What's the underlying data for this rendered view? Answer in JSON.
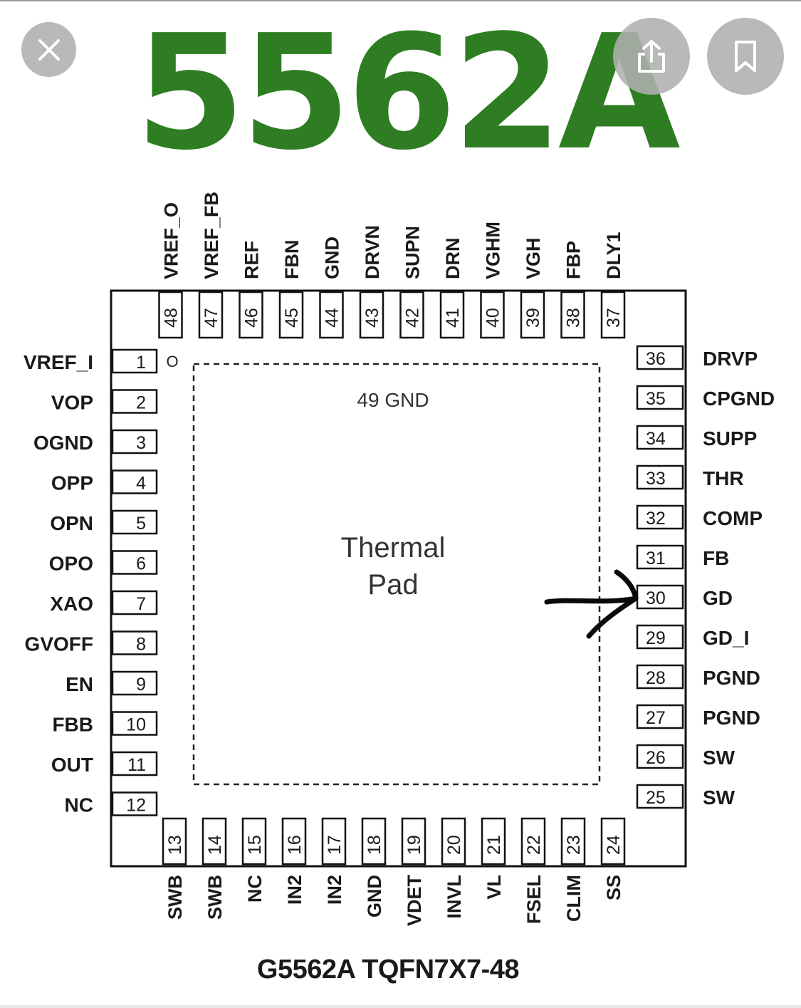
{
  "header": {
    "title": "5562A"
  },
  "controls": {
    "close_icon": "close-icon",
    "share_icon": "share-icon",
    "bookmark_icon": "bookmark-icon"
  },
  "colors": {
    "title_green": "#2e7d22",
    "overlay_button": "#afafaf",
    "ink": "#1a1a1a"
  },
  "diagram": {
    "caption": "G5562A TQFN7X7-48",
    "thermal_pad": {
      "line1": "Thermal",
      "line2": "Pad",
      "gnd_label": "49 GND"
    },
    "pin1_marker": "O",
    "pins_left": [
      {
        "num": "1",
        "name": "VREF_I"
      },
      {
        "num": "2",
        "name": "VOP"
      },
      {
        "num": "3",
        "name": "OGND"
      },
      {
        "num": "4",
        "name": "OPP"
      },
      {
        "num": "5",
        "name": "OPN"
      },
      {
        "num": "6",
        "name": "OPO"
      },
      {
        "num": "7",
        "name": "XAO"
      },
      {
        "num": "8",
        "name": "GVOFF"
      },
      {
        "num": "9",
        "name": "EN"
      },
      {
        "num": "10",
        "name": "FBB"
      },
      {
        "num": "11",
        "name": "OUT"
      },
      {
        "num": "12",
        "name": "NC"
      }
    ],
    "pins_bottom": [
      {
        "num": "13",
        "name": "SWB"
      },
      {
        "num": "14",
        "name": "SWB"
      },
      {
        "num": "15",
        "name": "NC"
      },
      {
        "num": "16",
        "name": "IN2"
      },
      {
        "num": "17",
        "name": "IN2"
      },
      {
        "num": "18",
        "name": "GND"
      },
      {
        "num": "19",
        "name": "VDET"
      },
      {
        "num": "20",
        "name": "INVL"
      },
      {
        "num": "21",
        "name": "VL"
      },
      {
        "num": "22",
        "name": "FSEL"
      },
      {
        "num": "23",
        "name": "CLIM"
      },
      {
        "num": "24",
        "name": "SS"
      }
    ],
    "pins_right": [
      {
        "num": "25",
        "name": "SW"
      },
      {
        "num": "26",
        "name": "SW"
      },
      {
        "num": "27",
        "name": "PGND"
      },
      {
        "num": "28",
        "name": "PGND"
      },
      {
        "num": "29",
        "name": "GD_I"
      },
      {
        "num": "30",
        "name": "GD"
      },
      {
        "num": "31",
        "name": "FB"
      },
      {
        "num": "32",
        "name": "COMP"
      },
      {
        "num": "33",
        "name": "THR"
      },
      {
        "num": "34",
        "name": "SUPP"
      },
      {
        "num": "35",
        "name": "CPGND"
      },
      {
        "num": "36",
        "name": "DRVP"
      }
    ],
    "pins_top": [
      {
        "num": "37",
        "name": "DLY1"
      },
      {
        "num": "38",
        "name": "FBP"
      },
      {
        "num": "39",
        "name": "VGH"
      },
      {
        "num": "40",
        "name": "VGHM"
      },
      {
        "num": "41",
        "name": "DRN"
      },
      {
        "num": "42",
        "name": "SUPN"
      },
      {
        "num": "43",
        "name": "DRVN"
      },
      {
        "num": "44",
        "name": "GND"
      },
      {
        "num": "45",
        "name": "FBN"
      },
      {
        "num": "46",
        "name": "REF"
      },
      {
        "num": "47",
        "name": "VREF_FB"
      },
      {
        "num": "48",
        "name": "VREF_O"
      }
    ],
    "annotation": {
      "arrow_target_pin": "30"
    }
  }
}
